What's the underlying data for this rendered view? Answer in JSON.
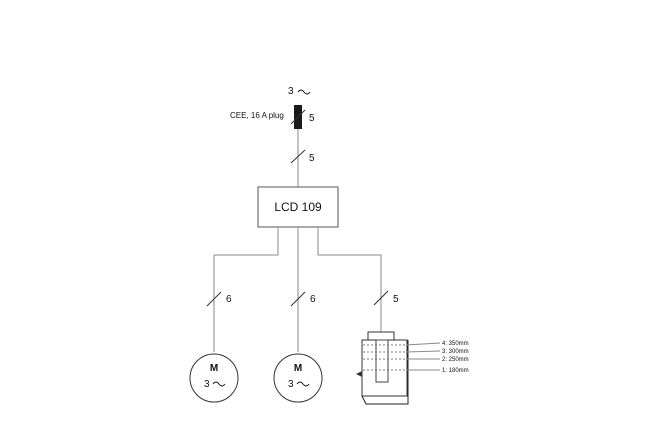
{
  "supply": {
    "phase_label": "3",
    "tilde": "~"
  },
  "plug": {
    "label": "CEE, 16 A plug",
    "conductors": "5"
  },
  "feed": {
    "conductors": "5"
  },
  "controller": {
    "label": "LCD 109"
  },
  "branches": [
    {
      "conductors": "6"
    },
    {
      "conductors": "6"
    },
    {
      "conductors": "5"
    }
  ],
  "motors": [
    {
      "label": "M",
      "phase_label": "3",
      "tilde": "~"
    },
    {
      "label": "M",
      "phase_label": "3",
      "tilde": "~"
    }
  ],
  "level_sensor": {
    "levels": [
      "4: 350mm",
      "3: 300mm",
      "2: 250mm",
      "1: 180mm"
    ]
  }
}
